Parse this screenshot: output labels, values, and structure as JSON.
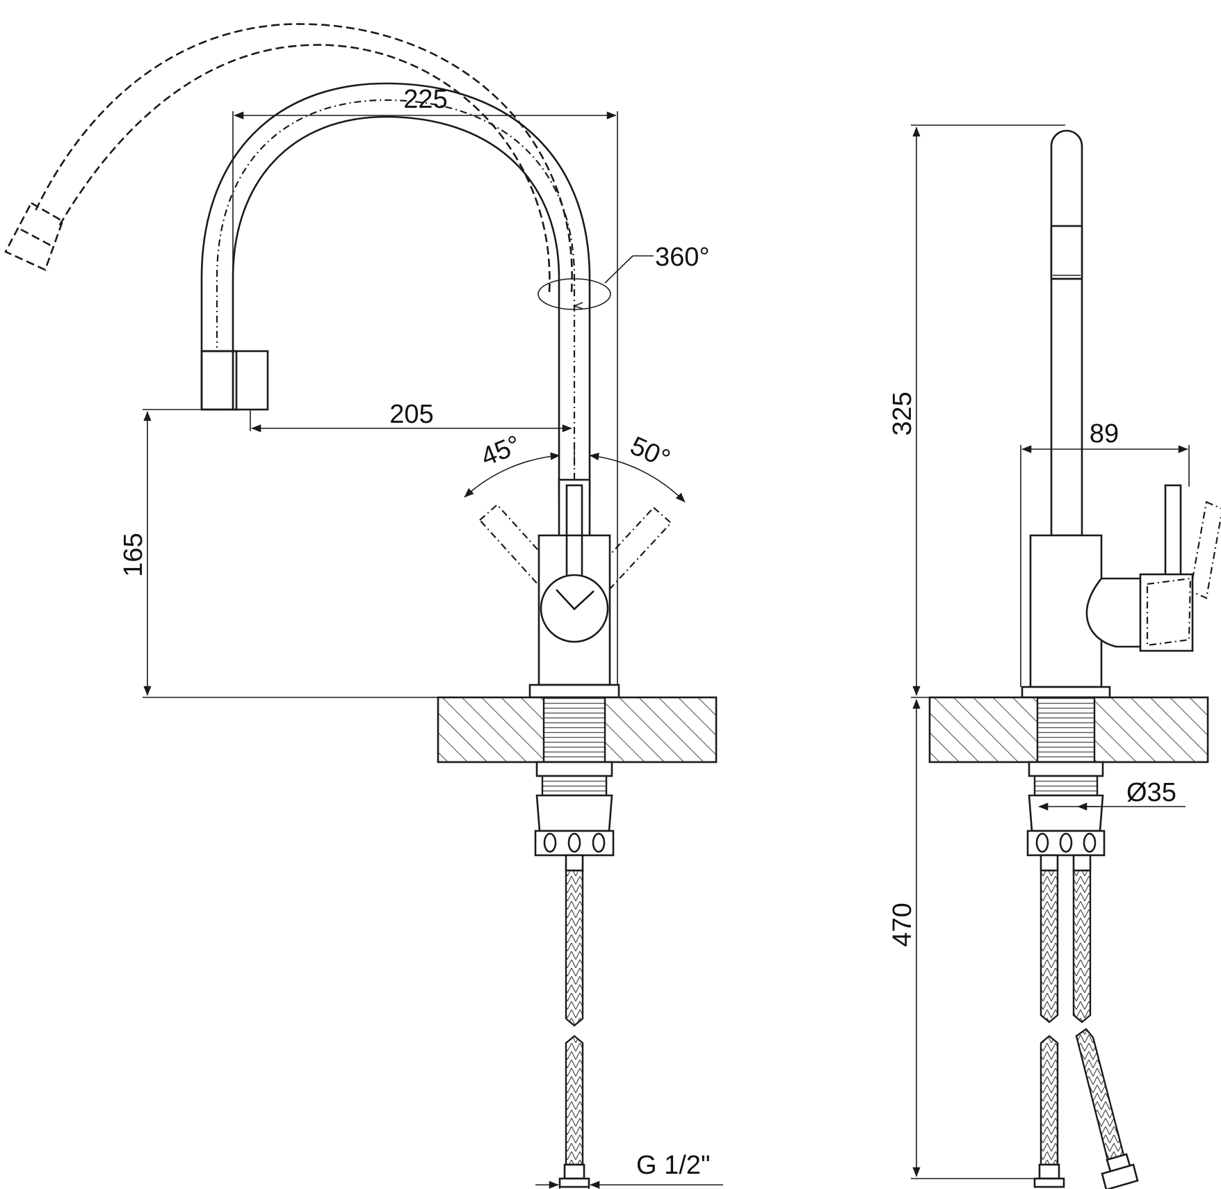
{
  "dimensions": {
    "spout_reach_outer": "225",
    "spout_reach_inner": "205",
    "swivel_angle": "360°",
    "handle_left_angle": "45°",
    "handle_right_angle": "50°",
    "spout_outlet_height": "165",
    "total_height": "325",
    "body_depth": "89",
    "mount_hole_diameter": "Ø35",
    "hose_length": "470",
    "hose_connection": "G 1/2\""
  },
  "colors": {
    "line": "#1a1a1a",
    "background": "#ffffff"
  }
}
